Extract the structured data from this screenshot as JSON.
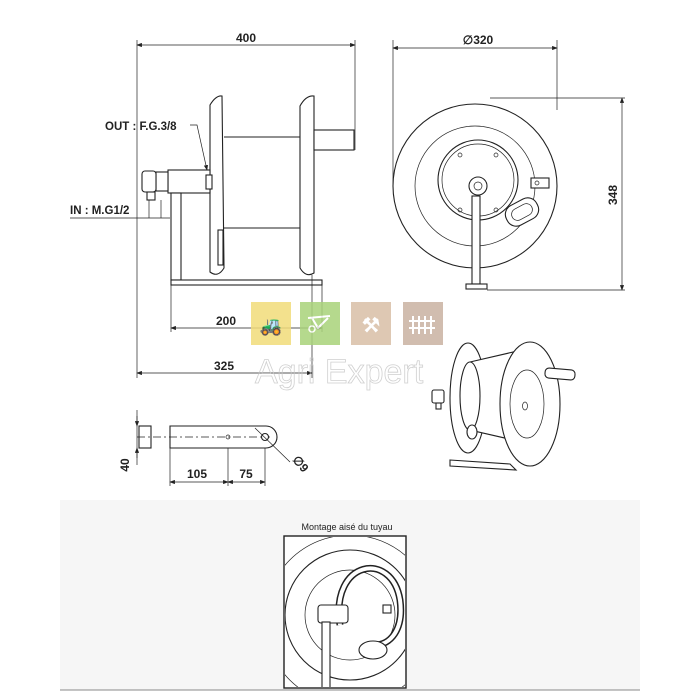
{
  "side_view": {
    "dim_overall_length": "400",
    "dim_base_length": "200",
    "dim_axis_to_flange": "325",
    "label_out": "OUT : F.G.3/8",
    "label_in": "IN : M.G1/2"
  },
  "front_view": {
    "dim_diameter": "∅320",
    "dim_height": "348"
  },
  "bracket_view": {
    "dim_width": "40",
    "dim_hole_spacing_1": "105",
    "dim_hole_spacing_2": "75",
    "dim_hole_diameter": "∅9"
  },
  "watermark": {
    "brand": "Agri Expert",
    "tile_colors": [
      "#f2dc7a",
      "#a9d37a",
      "#d9bfa6",
      "#c9b2a2"
    ],
    "tile_icons": [
      "tractor-icon",
      "wheelbarrow-icon",
      "tools-icon",
      "fence-icon"
    ]
  },
  "detail_photo": {
    "caption": "Montage aisé du tuyau"
  }
}
